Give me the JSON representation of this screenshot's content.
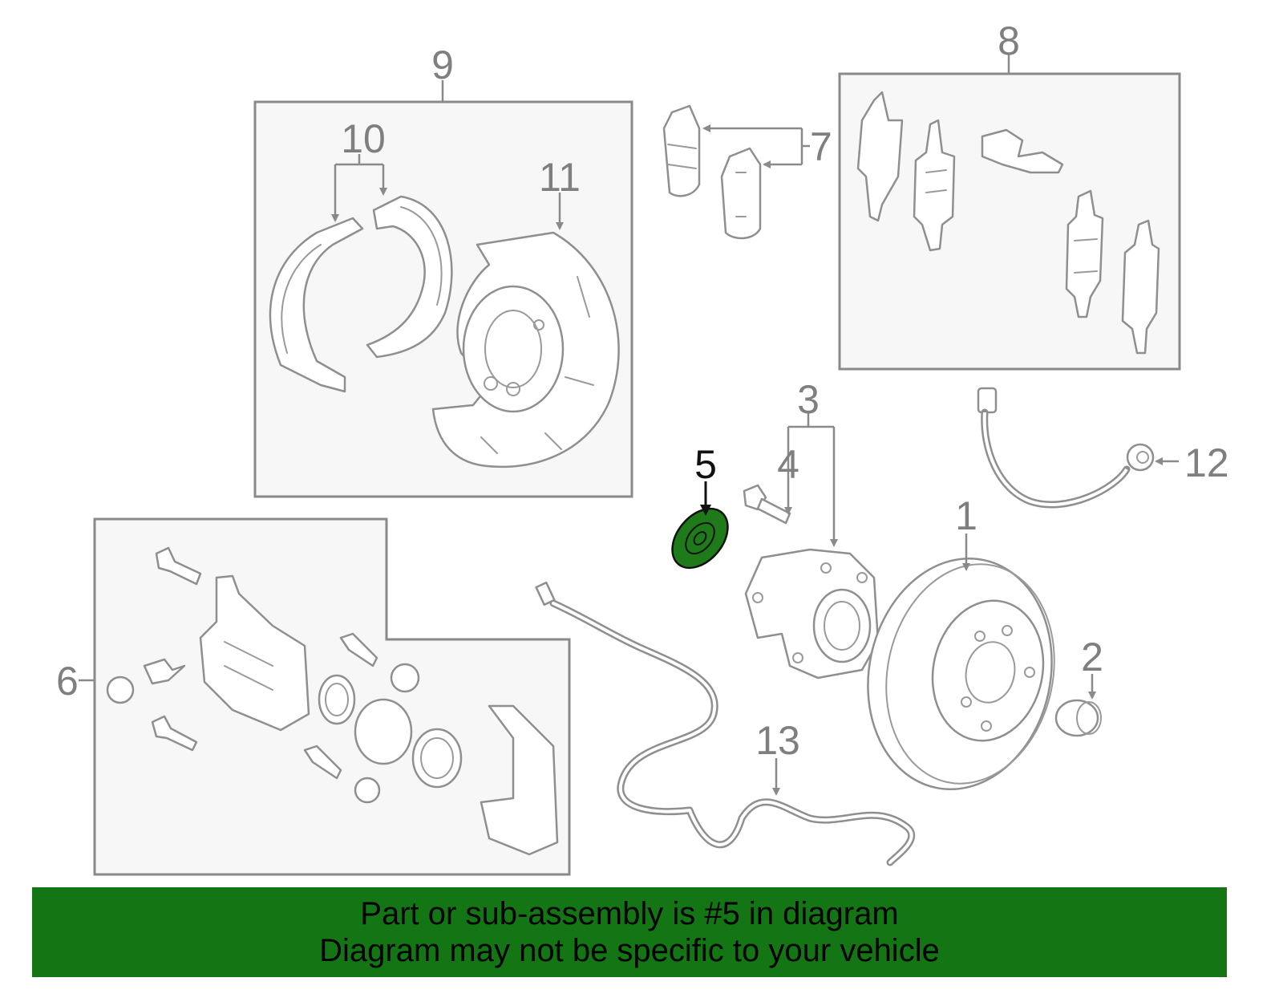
{
  "callouts": {
    "c1": "1",
    "c2": "2",
    "c3": "3",
    "c4": "4",
    "c5": "5",
    "c6": "6",
    "c7": "7",
    "c8": "8",
    "c9": "9",
    "c10": "10",
    "c11": "11",
    "c12": "12",
    "c13": "13"
  },
  "highlight_part": "5",
  "colors": {
    "highlight": "#1f7a1a",
    "banner": "#137514",
    "line": "#8a8a8a"
  },
  "banner": {
    "line1": "Part or sub-assembly is #5 in diagram",
    "line2": "Diagram may not be specific to your vehicle"
  }
}
